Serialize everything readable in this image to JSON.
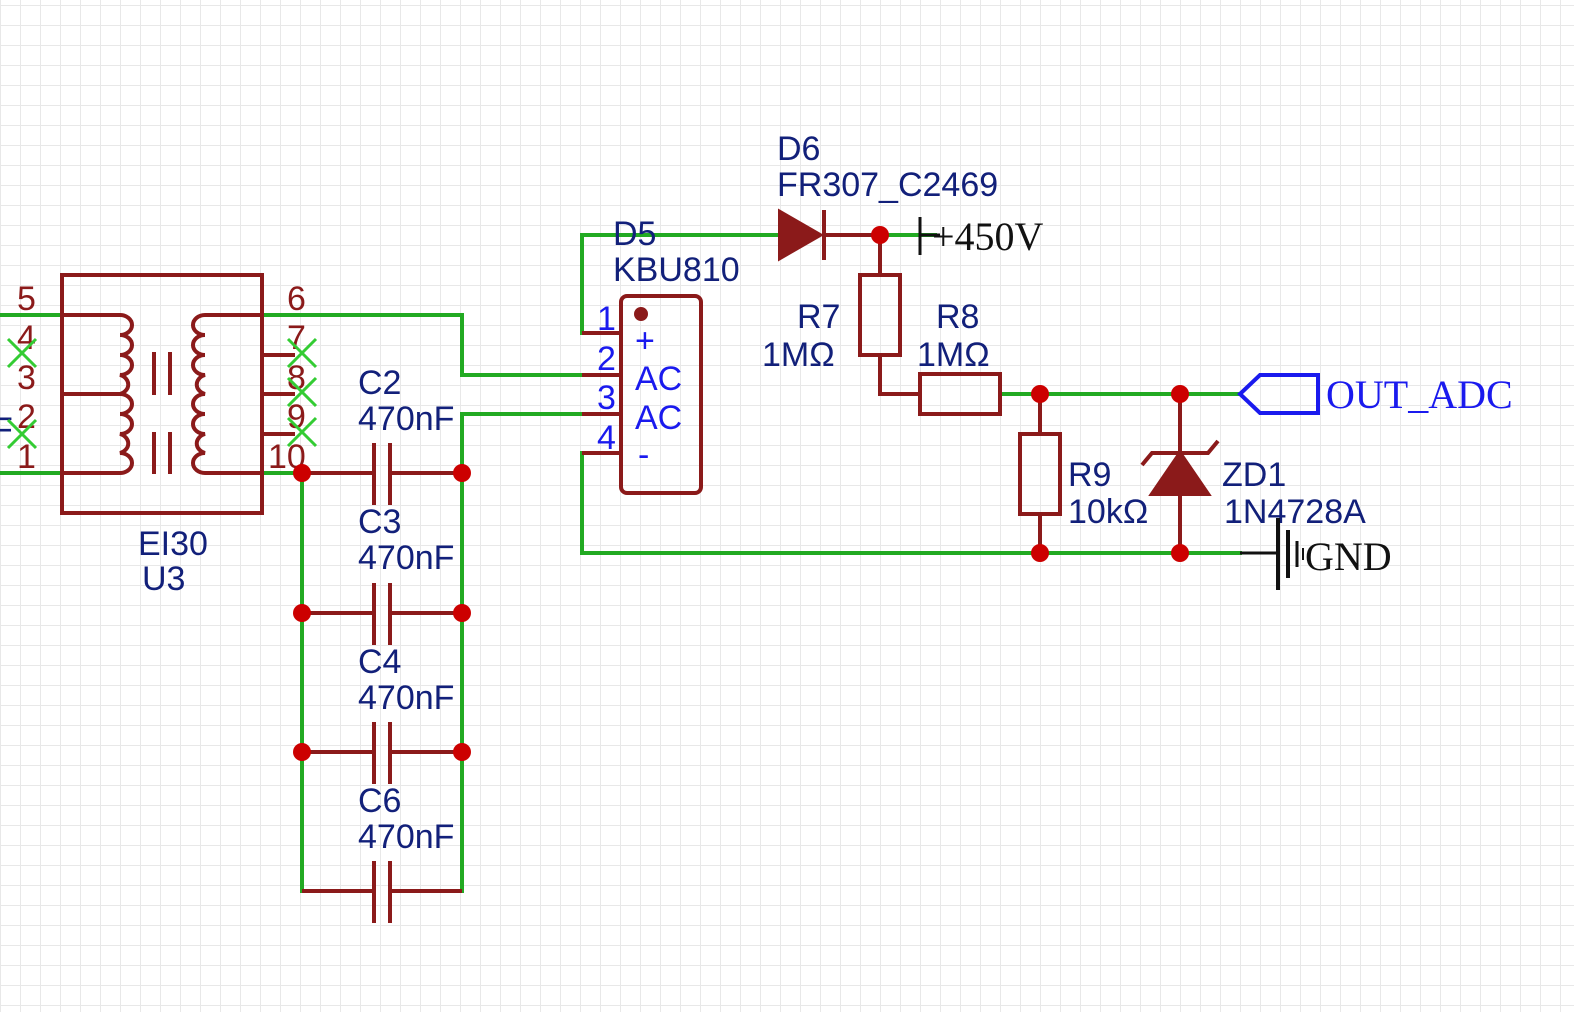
{
  "transformer": {
    "designator": "U3",
    "value": "EI30",
    "pins": {
      "p5": "5",
      "p4": "4",
      "p3": "3",
      "p2": "2",
      "p1": "1",
      "p6": "6",
      "p7": "7",
      "p8": "8",
      "p9": "9",
      "p10": "10"
    },
    "left_net_fragment": "F"
  },
  "capacitors": [
    {
      "designator": "C2",
      "value": "470nF"
    },
    {
      "designator": "C3",
      "value": "470nF"
    },
    {
      "designator": "C4",
      "value": "470nF"
    },
    {
      "designator": "C6",
      "value": "470nF"
    }
  ],
  "bridge": {
    "designator": "D5",
    "value": "KBU810",
    "pin_numbers": [
      "1",
      "2",
      "3",
      "4"
    ],
    "pin_names": [
      "+",
      "AC",
      "AC",
      "-"
    ]
  },
  "diode": {
    "designator": "D6",
    "value": "FR307_C2469"
  },
  "resistors": [
    {
      "designator": "R7",
      "value": "1MΩ"
    },
    {
      "designator": "R8",
      "value": "1MΩ"
    },
    {
      "designator": "R9",
      "value": "10kΩ"
    }
  ],
  "zener": {
    "designator": "ZD1",
    "value": "1N4728A"
  },
  "nets": {
    "hv": "+450V",
    "adc": "OUT_ADC",
    "ground": "GND"
  },
  "colors": {
    "wire": "#22aa22",
    "component": "#8b1a1a",
    "junction": "#cc0000",
    "label": "#12207a",
    "net_port": "#1a1aee",
    "grid": "#e8e8e8"
  }
}
